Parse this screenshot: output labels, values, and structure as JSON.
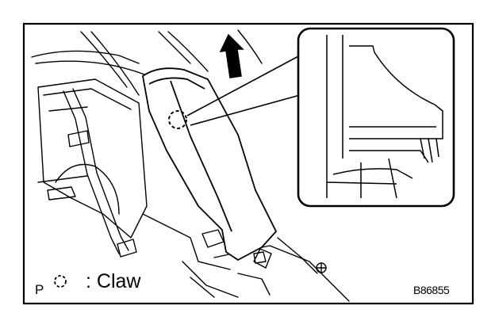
{
  "legend": {
    "prefix": "P",
    "separator": ":",
    "claw_label": "Claw"
  },
  "figure_code": "B86855",
  "colors": {
    "ink": "#000000",
    "paper": "#ffffff"
  },
  "icons": {
    "claw_marker": "dashed-circle-icon",
    "pull_direction": "up-arrow-icon"
  }
}
